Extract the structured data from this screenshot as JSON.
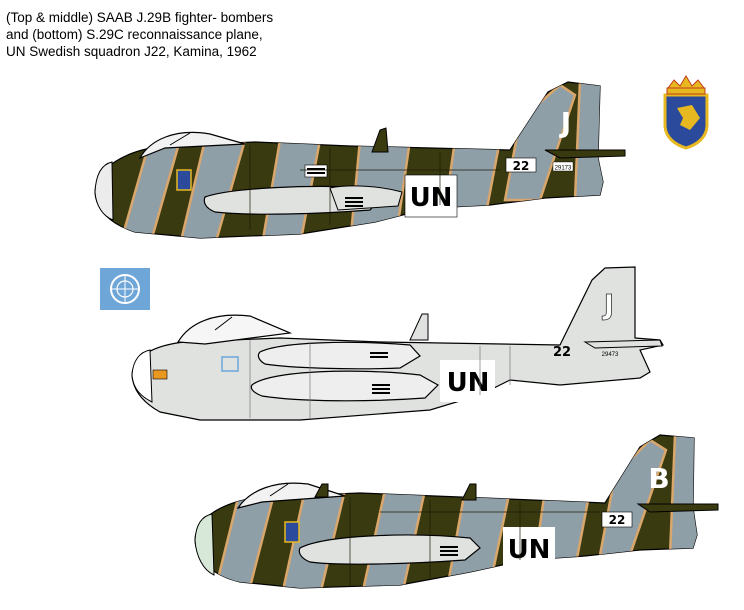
{
  "caption": {
    "line1": "(Top & middle) SAAB J.29B fighter- bombers",
    "line2": "and (bottom) S.29C reconnaissance plane,",
    "line3": "UN Swedish squadron J22, Kamina, 1962"
  },
  "aircraft": [
    {
      "id": "top",
      "variant": "J.29B",
      "fin_letter": "J",
      "code": "22",
      "marking": "UN",
      "serial": "29173",
      "scheme": "camouflage"
    },
    {
      "id": "middle",
      "variant": "J.29B",
      "fin_letter": "J",
      "code": "22",
      "marking": "UN",
      "serial": "29473",
      "scheme": "natural-metal"
    },
    {
      "id": "bottom",
      "variant": "S.29C",
      "fin_letter": "B",
      "code": "22",
      "marking": "UN",
      "scheme": "camouflage"
    }
  ],
  "emblems": [
    "swedish-crest-icon",
    "un-emblem-icon"
  ],
  "colors": {
    "olive": "#3a3a10",
    "gray_blue": "#8f9fa8",
    "tan": "#d9a66b",
    "silver": "#e0e2e0",
    "un_blue": "#6ea6d8",
    "crest_blue": "#2b4a9c",
    "crest_gold": "#e8b820"
  }
}
